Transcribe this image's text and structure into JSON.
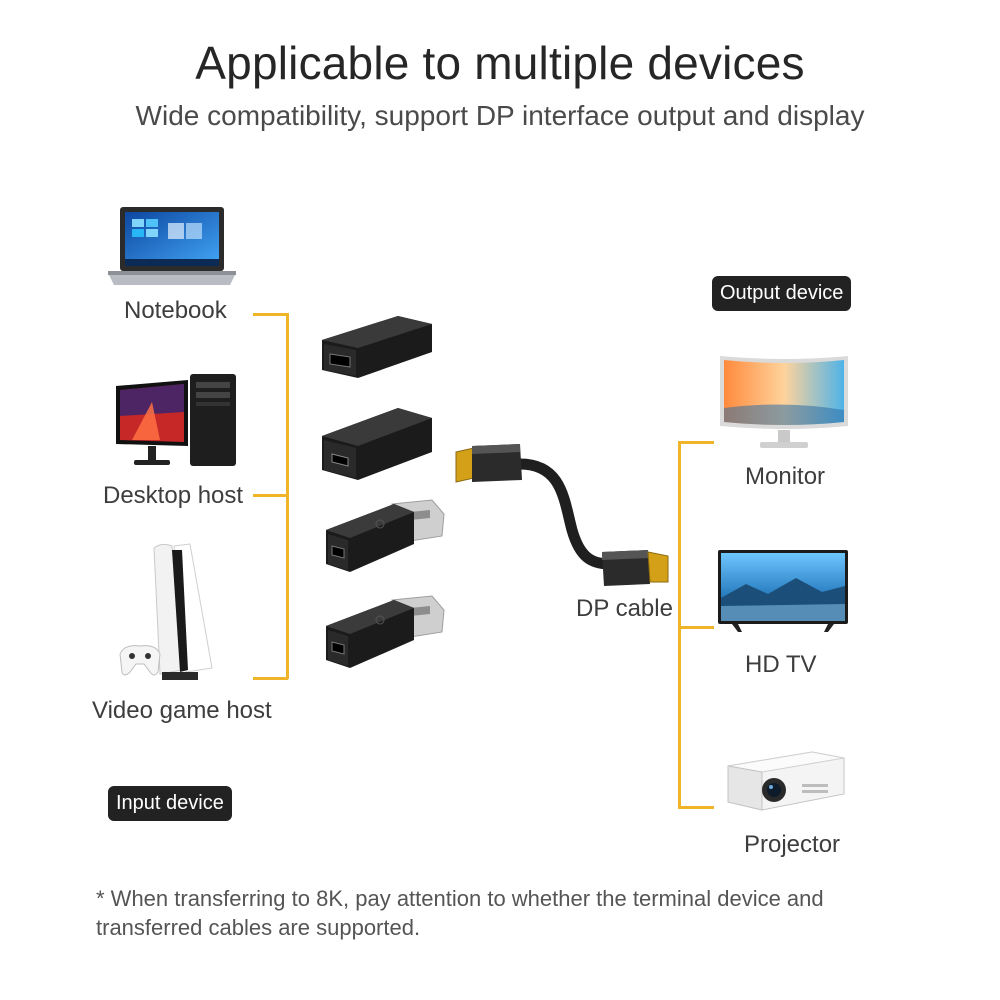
{
  "header": {
    "title": "Applicable to multiple devices",
    "subtitle": "Wide compatibility, support DP interface output and display"
  },
  "input": {
    "badge": "Input device",
    "devices": [
      {
        "label": "Notebook",
        "icon": "laptop-icon"
      },
      {
        "label": "Desktop host",
        "icon": "desktop-computer-icon"
      },
      {
        "label": "Video game host",
        "icon": "game-console-icon"
      }
    ]
  },
  "adapters": [
    {
      "icon": "female-female-coupler-icon"
    },
    {
      "icon": "female-female-mini-port-icon"
    },
    {
      "icon": "usb-male-adapter-icon"
    },
    {
      "icon": "usb-male-adapter-icon"
    }
  ],
  "cable": {
    "label": "DP cable",
    "icon": "dp-cable-icon"
  },
  "output": {
    "badge": "Output device",
    "devices": [
      {
        "label": "Monitor",
        "icon": "curved-monitor-icon"
      },
      {
        "label": "HD TV",
        "icon": "television-icon"
      },
      {
        "label": "Projector",
        "icon": "projector-icon"
      }
    ]
  },
  "footnote": "* When transferring to 8K, pay attention to whether the terminal device and transferred cables are supported.",
  "colors": {
    "connector_line": "#f0b429",
    "badge_bg": "#222222"
  }
}
